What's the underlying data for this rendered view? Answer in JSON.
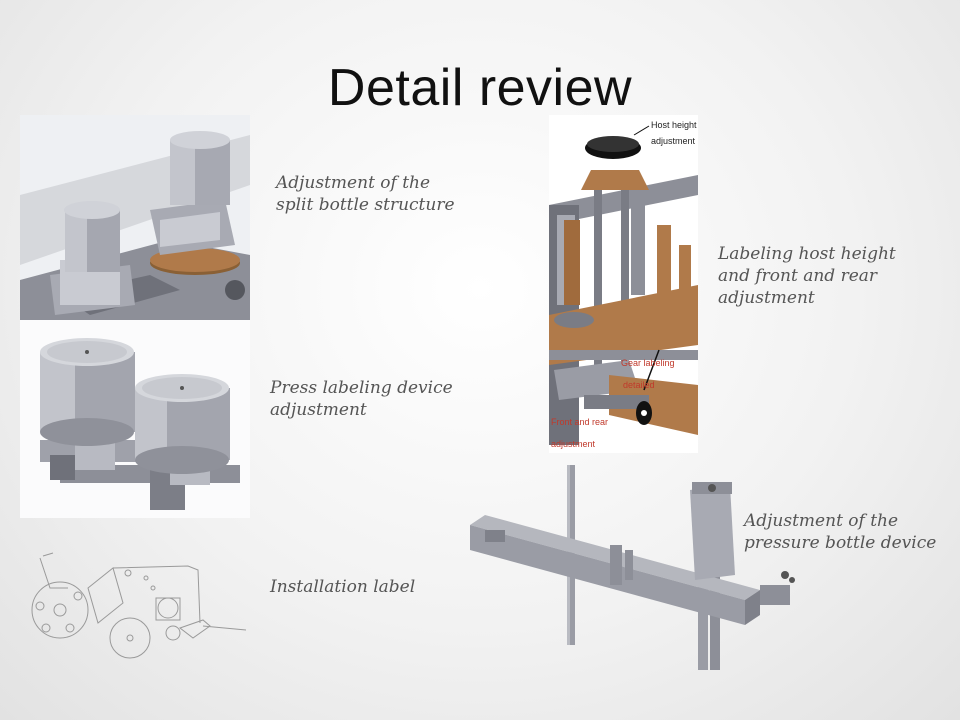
{
  "slide": {
    "title": "Detail review",
    "captions": {
      "split_bottle": "Adjustment of the\nsplit bottle structure",
      "press_labeling": "Press labeling device\nadjustment",
      "installation": "Installation label",
      "host_height": "Labeling host height\nand front and rear\nadjustment",
      "pressure_bottle": "Adjustment of the\npressure bottle device"
    },
    "figure_labels": {
      "host_height_line1": "Host height",
      "host_height_line2": "adjustment",
      "gear_line1": "Gear labeling",
      "gear_line2": "detailed",
      "front_rear_line1": "Front and rear",
      "front_rear_line2": "adjustment"
    }
  },
  "colors": {
    "title": "#111111",
    "caption": "#555555",
    "steel": "#9a9aa6",
    "brass": "#b07a4a",
    "annotation_red": "#c0392b"
  }
}
